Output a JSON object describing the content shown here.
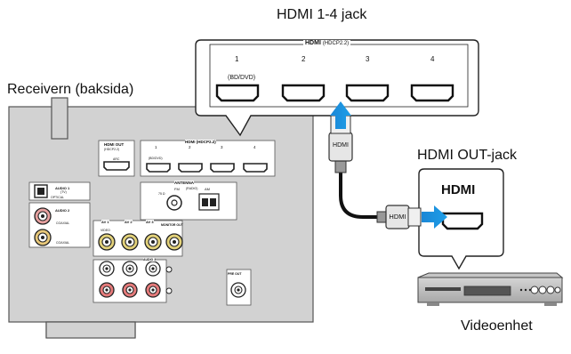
{
  "labels": {
    "hdmi_jack_callout": "HDMI 1-4 jack",
    "receiver_label": "Receivern (baksida)",
    "hdmi_out_jack_callout": "HDMI OUT-jack",
    "device_label": "Videoenhet"
  },
  "zoom_panel": {
    "header": "HDMI",
    "header_sub": "(HDCP2.2)",
    "ports": [
      "1",
      "2",
      "3",
      "4"
    ],
    "port1_sub": "(BD/DVD)"
  },
  "receiver_panel": {
    "hdmi_out": "HDMI OUT",
    "hdmi_out_sub": "(HDCP2.2)",
    "arc": "ARC",
    "hdmi_header": "HDMI (HDCP2.2)",
    "ports": [
      "1",
      "2",
      "3",
      "4"
    ],
    "port1_sub": "(BD/DVD)",
    "antenna": "ANTENNA",
    "fm": "FM",
    "radio": "(RADIO)",
    "am": "AM",
    "fm_ohm": "75 Ω",
    "audio1": "AUDIO 1",
    "audio1_sub": "(TV)",
    "optical": "OPTICAL",
    "audio2": "AUDIO 2",
    "coaxial": "COAXIAL",
    "coaxial2": "COAXIAL",
    "av1": "AV 1",
    "av2": "AV 2",
    "av3": "AV 3",
    "video": "VIDEO",
    "monitor_out": "MONITOR OUT",
    "audio3": "AUDIO 3",
    "pre_out": "PRE OUT"
  },
  "hdmi_out_box": {
    "title": "HDMI"
  },
  "cable_plug_label": "HDMI",
  "accent_color": "#1b87d6"
}
